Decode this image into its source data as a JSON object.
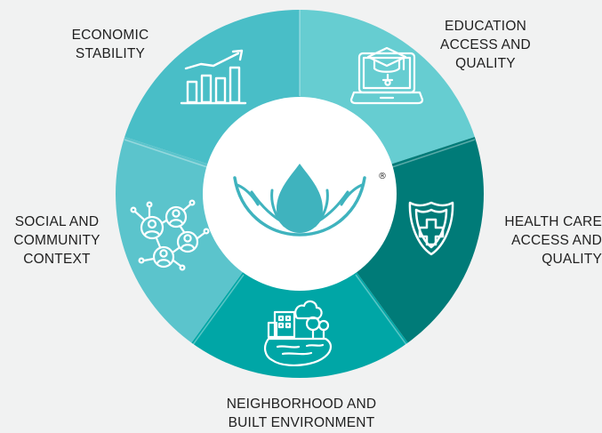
{
  "colors": {
    "background": "#f1f2f2",
    "economic": "#49bec7",
    "education": "#66cdd1",
    "health": "#007b78",
    "neighborhood": "#00a6a6",
    "social": "#5bc4cc",
    "center": "#ffffff",
    "logo": "#3fb3be"
  },
  "diagram": {
    "segments": [
      {
        "key": "economic",
        "icon": "bar-chart-trend-icon",
        "lines": [
          "ECONOMIC",
          "STABILITY"
        ]
      },
      {
        "key": "education",
        "icon": "laptop-graduation-cap-icon",
        "lines": [
          "EDUCATION",
          "ACCESS AND",
          "QUALITY"
        ]
      },
      {
        "key": "health",
        "icon": "medical-shield-icon",
        "lines": [
          "HEALTH CARE",
          "ACCESS AND",
          "QUALITY"
        ]
      },
      {
        "key": "neighborhood",
        "icon": "city-landscape-icon",
        "lines": [
          "NEIGHBORHOOD AND",
          "BUILT ENVIRONMENT"
        ]
      },
      {
        "key": "social",
        "icon": "people-network-icon",
        "lines": [
          "SOCIAL AND",
          "COMMUNITY",
          "CONTEXT"
        ]
      }
    ],
    "center": {
      "icon": "lotus-drop-logo-icon",
      "mark": "®"
    }
  }
}
